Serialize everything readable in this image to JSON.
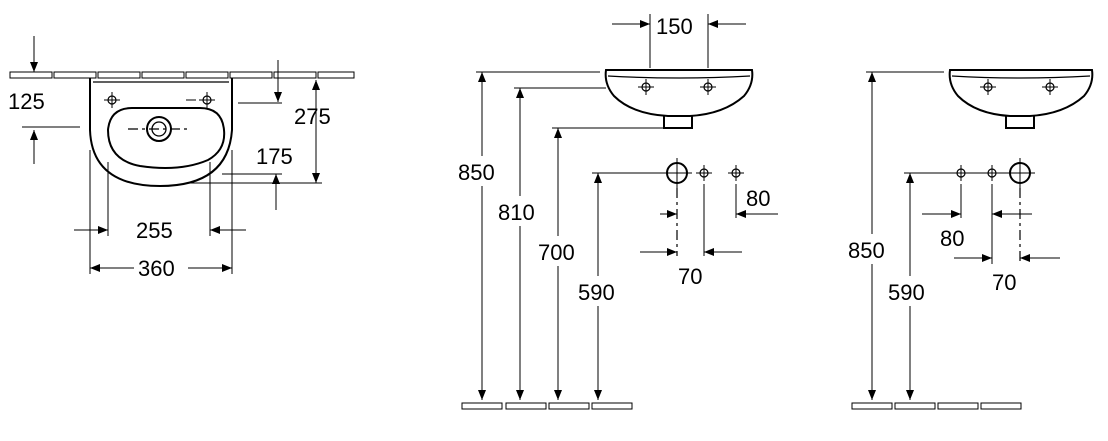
{
  "labels": {
    "top_view_wall_offset": "125",
    "top_view_depth": "275",
    "top_view_drain_offset": "175",
    "top_view_inner_width": "255",
    "top_view_outer_width": "360",
    "front_tap_spacing": "150",
    "front_height_850": "850",
    "front_height_810": "810",
    "front_height_700": "700",
    "front_height_590": "590",
    "front_pipe_spacing_80": "80",
    "front_pipe_spacing_70": "70",
    "right_height_850": "850",
    "right_height_590": "590",
    "right_pipe_spacing_80": "80",
    "right_pipe_spacing_70": "70"
  },
  "colors": {
    "line": "#000000",
    "background": "#ffffff"
  }
}
